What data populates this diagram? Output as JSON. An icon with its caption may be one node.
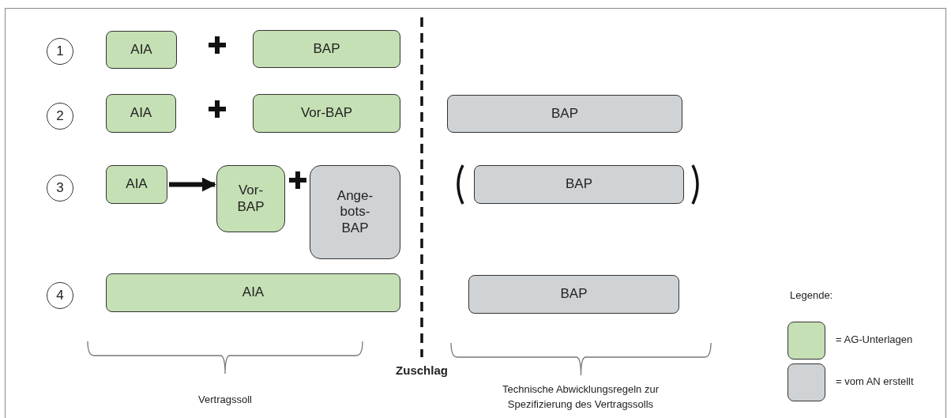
{
  "diagram": {
    "nodes": [
      {
        "text": [
          "1"
        ]
      },
      {
        "text": [
          "AIA"
        ]
      },
      {
        "text": [
          "BAP"
        ]
      },
      {
        "text": [
          "2"
        ]
      },
      {
        "text": [
          "AIA"
        ]
      },
      {
        "text": [
          "Vor-BAP"
        ]
      },
      {
        "text": [
          "BAP"
        ]
      },
      {
        "text": [
          "3"
        ]
      },
      {
        "text": [
          "AIA"
        ]
      },
      {
        "text": [
          "Vor- BAP"
        ]
      },
      {
        "text": [
          "Ange- bots- BAP"
        ]
      },
      {
        "text": [
          "BAP"
        ]
      },
      {
        "text": [
          "4"
        ]
      },
      {
        "text": [
          "AIA"
        ]
      },
      {
        "text": [
          "BAP"
        ]
      }
    ],
    "edges": [
      {
        "from": 8,
        "to": 9,
        "arrow": "to"
      }
    ],
    "labels": [
      "Zuschlag",
      "Vertragssoll",
      "Technische Abwicklungsregeln zur Spezifizierung des Vertragssolls",
      "Legende:"
    ],
    "legend": [
      {
        "text": "= AG-Unterlagen",
        "color": "#c5e0b4"
      },
      {
        "text": "= vom AN erstellt",
        "color": "#d0d3d6"
      }
    ]
  }
}
